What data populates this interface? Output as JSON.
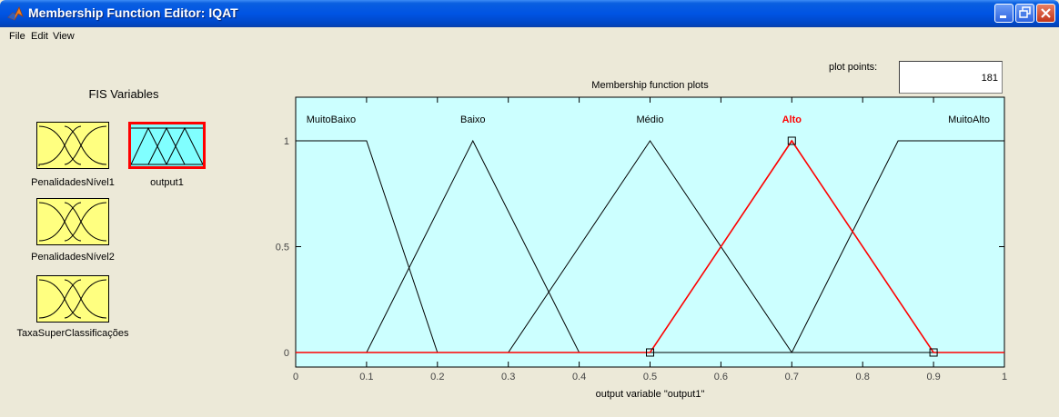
{
  "window": {
    "title": "Membership Function Editor: IQAT",
    "colors": {
      "titlebar": "#0054e3",
      "close": "#c2351a"
    }
  },
  "menu": [
    "File",
    "Edit",
    "View"
  ],
  "fis_panel": {
    "heading": "FIS Variables",
    "inputs": [
      "PenalidadesNível1",
      "PenalidadesNível2",
      "TaxaSuperClassificações"
    ],
    "output": "output1",
    "selected": "output1",
    "colors": {
      "input_box": "#ffff80",
      "output_box": "#80ffff",
      "selected_border": "#ff0000"
    }
  },
  "plot_points": {
    "label": "plot points:",
    "value": "181"
  },
  "chart_data": {
    "type": "line",
    "title": "Membership function plots",
    "xlabel": "output variable \"output1\"",
    "xlim": [
      0,
      1
    ],
    "ylim": [
      0,
      1
    ],
    "xticks": [
      "0",
      "0.1",
      "0.2",
      "0.3",
      "0.4",
      "0.5",
      "0.6",
      "0.7",
      "0.8",
      "0.9",
      "1"
    ],
    "yticks": [
      "0",
      "0.5",
      "1"
    ],
    "background": "#ccffff",
    "selected": "Alto",
    "selected_color": "#ff0000",
    "series": [
      {
        "name": "MuitoBaixo",
        "x": [
          0,
          0.1,
          0.2,
          1
        ],
        "y": [
          1,
          1,
          0,
          0
        ]
      },
      {
        "name": "Baixo",
        "x": [
          0,
          0.1,
          0.25,
          0.4,
          1
        ],
        "y": [
          0,
          0,
          1,
          0,
          0
        ]
      },
      {
        "name": "Médio",
        "x": [
          0,
          0.3,
          0.5,
          0.7,
          1
        ],
        "y": [
          0,
          0,
          1,
          0,
          0
        ]
      },
      {
        "name": "Alto",
        "x": [
          0,
          0.5,
          0.7,
          0.9,
          1
        ],
        "y": [
          0,
          0,
          1,
          0,
          0
        ]
      },
      {
        "name": "MuitoAlto",
        "x": [
          0,
          0.7,
          0.85,
          1
        ],
        "y": [
          0,
          0,
          1,
          1
        ]
      }
    ],
    "label_positions": [
      0.05,
      0.25,
      0.5,
      0.7,
      0.95
    ],
    "handles": [
      [
        0.5,
        0
      ],
      [
        0.7,
        1
      ],
      [
        0.9,
        0
      ]
    ]
  }
}
